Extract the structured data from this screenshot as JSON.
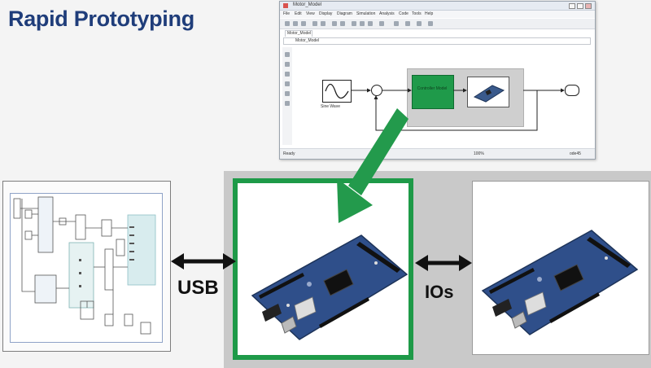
{
  "title": "Rapid Prototyping",
  "simulink_window": {
    "window_title": "Motor_Model",
    "menu_items": [
      "File",
      "Edit",
      "View",
      "Display",
      "Diagram",
      "Simulation",
      "Analysis",
      "Code",
      "Tools",
      "Help"
    ],
    "tab_label": "Motor_Model",
    "address": "Motor_Model",
    "status_left": "Ready",
    "status_mid": "100%",
    "status_right": "ode45",
    "blocks": {
      "sine_label": "Sine Wave",
      "controller_label": "Controller Model"
    }
  },
  "labels": {
    "usb": "USB",
    "ios": "IOs"
  },
  "colors": {
    "title": "#1f3d7a",
    "accent_green": "#1e9a48",
    "grey_box": "#c9c9c9",
    "board_blue": "#2f4f8a"
  }
}
